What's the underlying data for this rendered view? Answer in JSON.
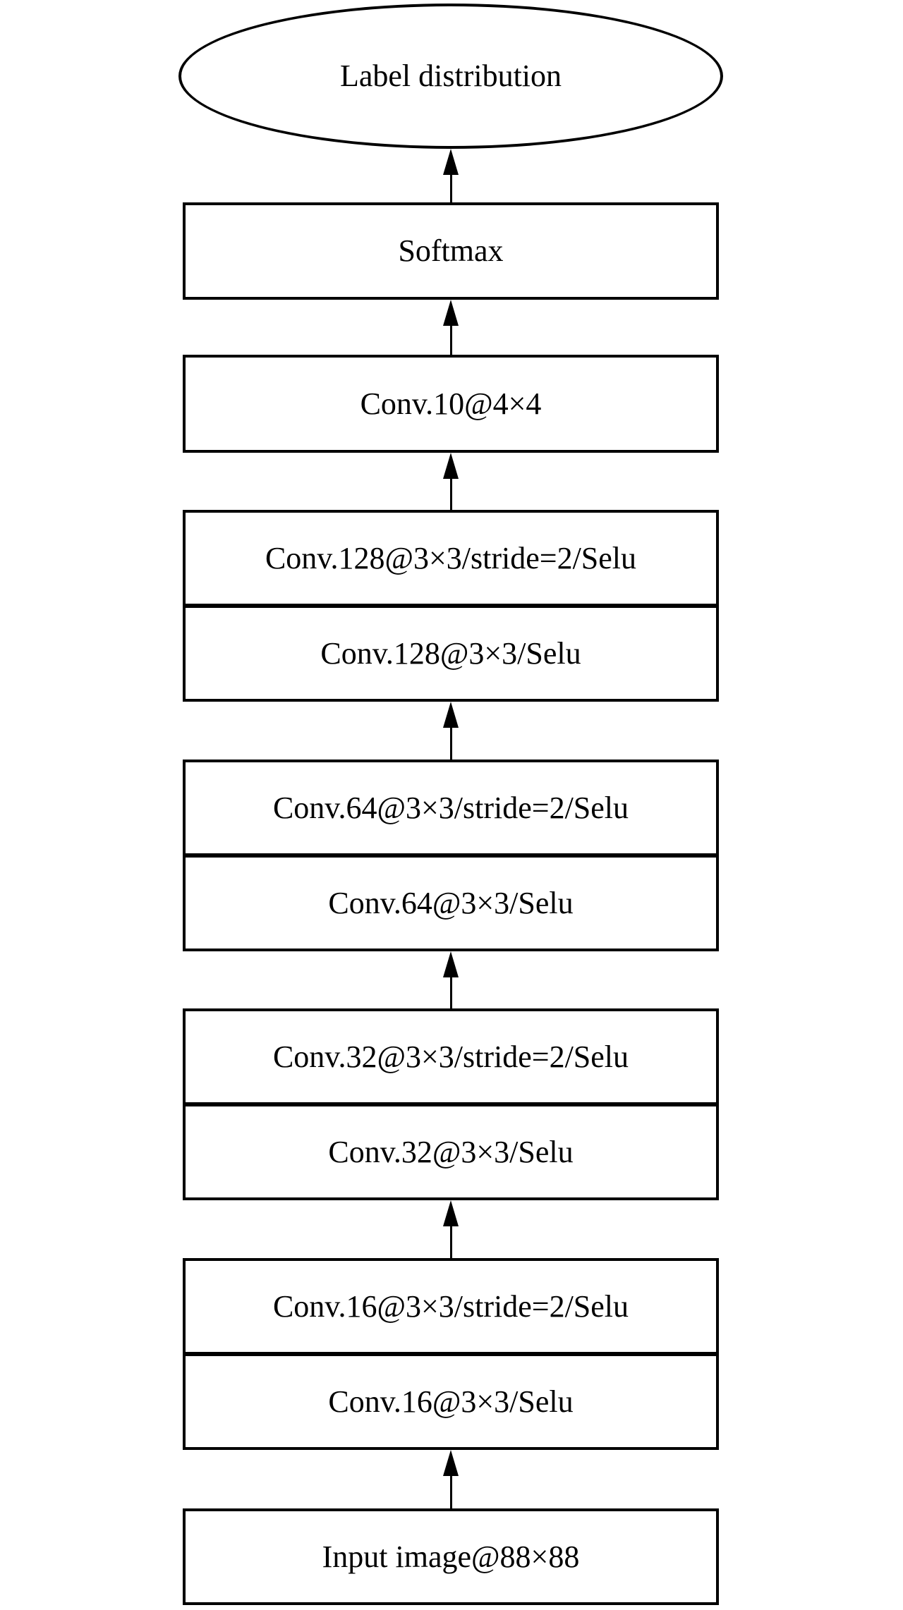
{
  "diagram": {
    "title_hint": "CNN architecture flowchart",
    "colors": {
      "stroke": "#000000",
      "fill": "#ffffff"
    },
    "output_node": {
      "label": "Label distribution",
      "shape": "ellipse"
    },
    "nodes": {
      "softmax": "Softmax",
      "conv10": "Conv.10@4×4",
      "conv128_stride": "Conv.128@3×3/stride=2/Selu",
      "conv128": "Conv.128@3×3/Selu",
      "conv64_stride": "Conv.64@3×3/stride=2/Selu",
      "conv64": "Conv.64@3×3/Selu",
      "conv32_stride": "Conv.32@3×3/stride=2/Selu",
      "conv32": "Conv.32@3×3/Selu",
      "conv16_stride": "Conv.16@3×3/stride=2/Selu",
      "conv16": "Conv.16@3×3/Selu",
      "input": "Input image@88×88"
    },
    "flow_direction": "bottom-to-top"
  }
}
